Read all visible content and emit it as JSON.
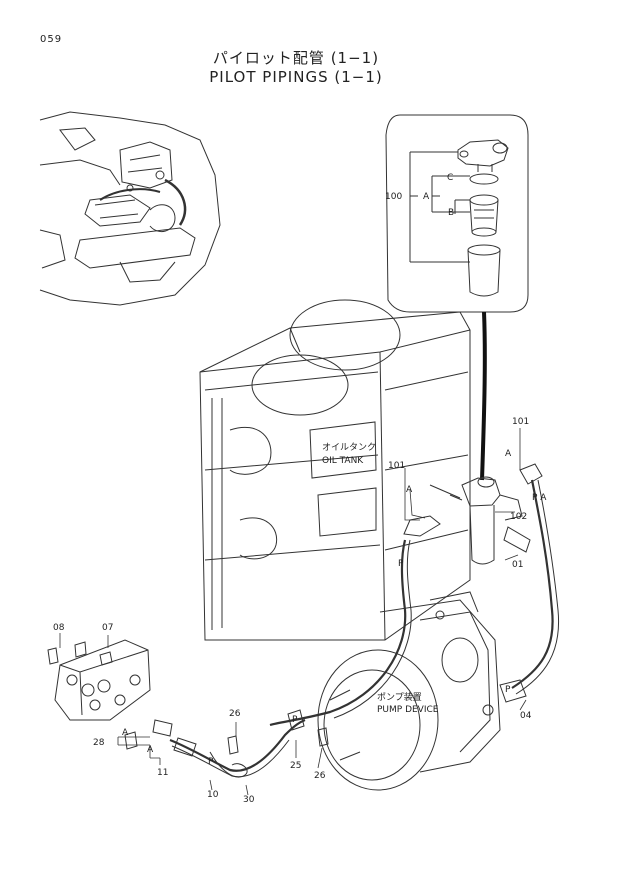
{
  "page_number": "059",
  "title_jp": "パイロット配管 (1−1)",
  "title_en": "PILOT PIPINGS (1−1)",
  "labels": {
    "oil_tank_jp": "オイルタンク",
    "oil_tank_en": "OIL TANK",
    "pump_jp": "ポンプ装置",
    "pump_en": "PUMP DEVICE"
  },
  "callouts": {
    "c100": "100",
    "c101a": "101",
    "c101b": "101",
    "c102": "102",
    "c01": "01",
    "c04": "04",
    "c07": "07",
    "c08": "08",
    "c10": "10",
    "c11": "11",
    "c25": "25",
    "c26a": "26",
    "c26b": "26",
    "c28": "28",
    "c30": "30",
    "A1": "A",
    "A2": "A",
    "A3": "A",
    "A4": "A",
    "A5": "A",
    "B": "B",
    "C": "C",
    "P1": "P",
    "P2": "P",
    "P3": "P",
    "P4": "P",
    "PA": "P A"
  }
}
